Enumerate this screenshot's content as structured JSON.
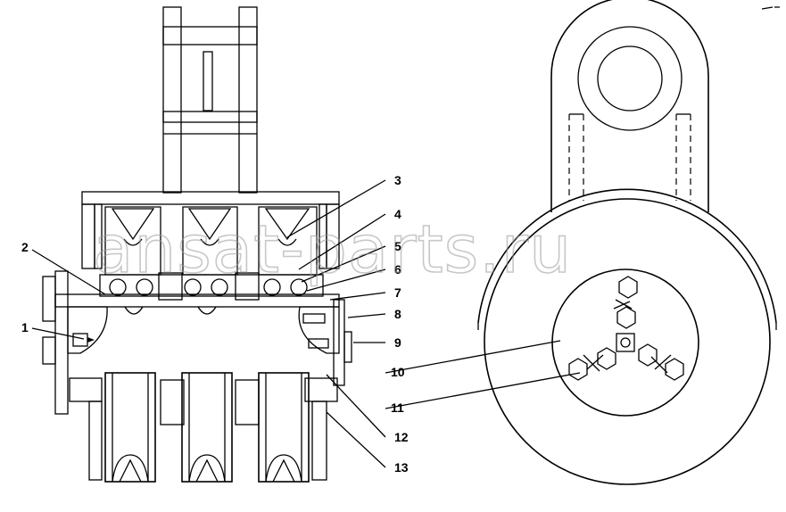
{
  "watermark": "ansat-parts.ru",
  "callouts": [
    "1",
    "2",
    "3",
    "4",
    "5",
    "6",
    "7",
    "8",
    "9",
    "10",
    "11",
    "12",
    "13"
  ]
}
